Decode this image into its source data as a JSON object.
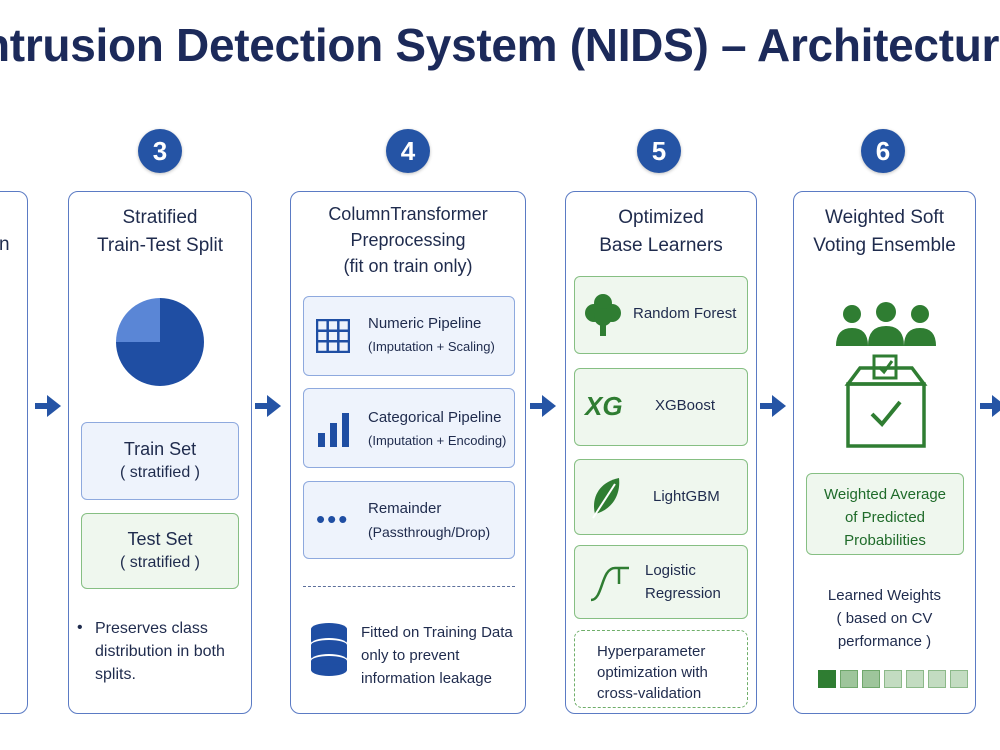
{
  "title": "ntrusion Detection System (NIDS) – Architecture",
  "steps": [
    "3",
    "4",
    "5",
    "6"
  ],
  "panel2": {
    "title_partial": "n"
  },
  "panel3": {
    "title_line1": "Stratified",
    "title_line2": "Train-Test Split",
    "train_label": "Train Set",
    "train_sub": "( stratified )",
    "test_label": "Test Set",
    "test_sub": "( stratified )",
    "note_line1": "Preserves class",
    "note_line2": "distribution in both",
    "note_line3": "splits.",
    "pie": {
      "slices": [
        75,
        25
      ],
      "colors": [
        "#1f4ea3",
        "#5a86d6"
      ]
    }
  },
  "panel4": {
    "title_line1": "ColumnTransformer",
    "title_line2": "Preprocessing",
    "title_line3": "(fit on train only)",
    "items": [
      {
        "title": "Numeric Pipeline",
        "sub": "(Imputation + Scaling)",
        "icon": "grid-icon"
      },
      {
        "title": "Categorical Pipeline",
        "sub": "(Imputation + Encoding)",
        "icon": "bar-chart-icon"
      },
      {
        "title": "Remainder",
        "sub": "(Passthrough/Drop)",
        "icon": "dots-icon"
      }
    ],
    "footer_line1": "Fitted on Training Data",
    "footer_line2": "only to prevent",
    "footer_line3": "information leakage"
  },
  "panel5": {
    "title_line1": "Optimized",
    "title_line2": "Base Learners",
    "learners": [
      {
        "label": "Random Forest",
        "icon": "tree-icon"
      },
      {
        "label": "XGBoost",
        "icon_text": "XG"
      },
      {
        "label": "LightGBM",
        "icon": "leaf-icon"
      },
      {
        "label_line1": "Logistic",
        "label_line2": "Regression",
        "icon": "sigmoid-icon"
      }
    ],
    "footer_line1": "Hyperparameter",
    "footer_line2": "optimization with",
    "footer_line3": "cross-validation"
  },
  "panel6": {
    "title_line1": "Weighted Soft",
    "title_line2": "Voting Ensemble",
    "avg_line1": "Weighted Average",
    "avg_line2": "of Predicted",
    "avg_line3": "Probabilities",
    "weights_line1": "Learned Weights",
    "weights_line2": "( based on CV",
    "weights_line3": "performance )"
  },
  "colors": {
    "accent_blue": "#2554a5",
    "accent_green": "#2f7d32"
  }
}
